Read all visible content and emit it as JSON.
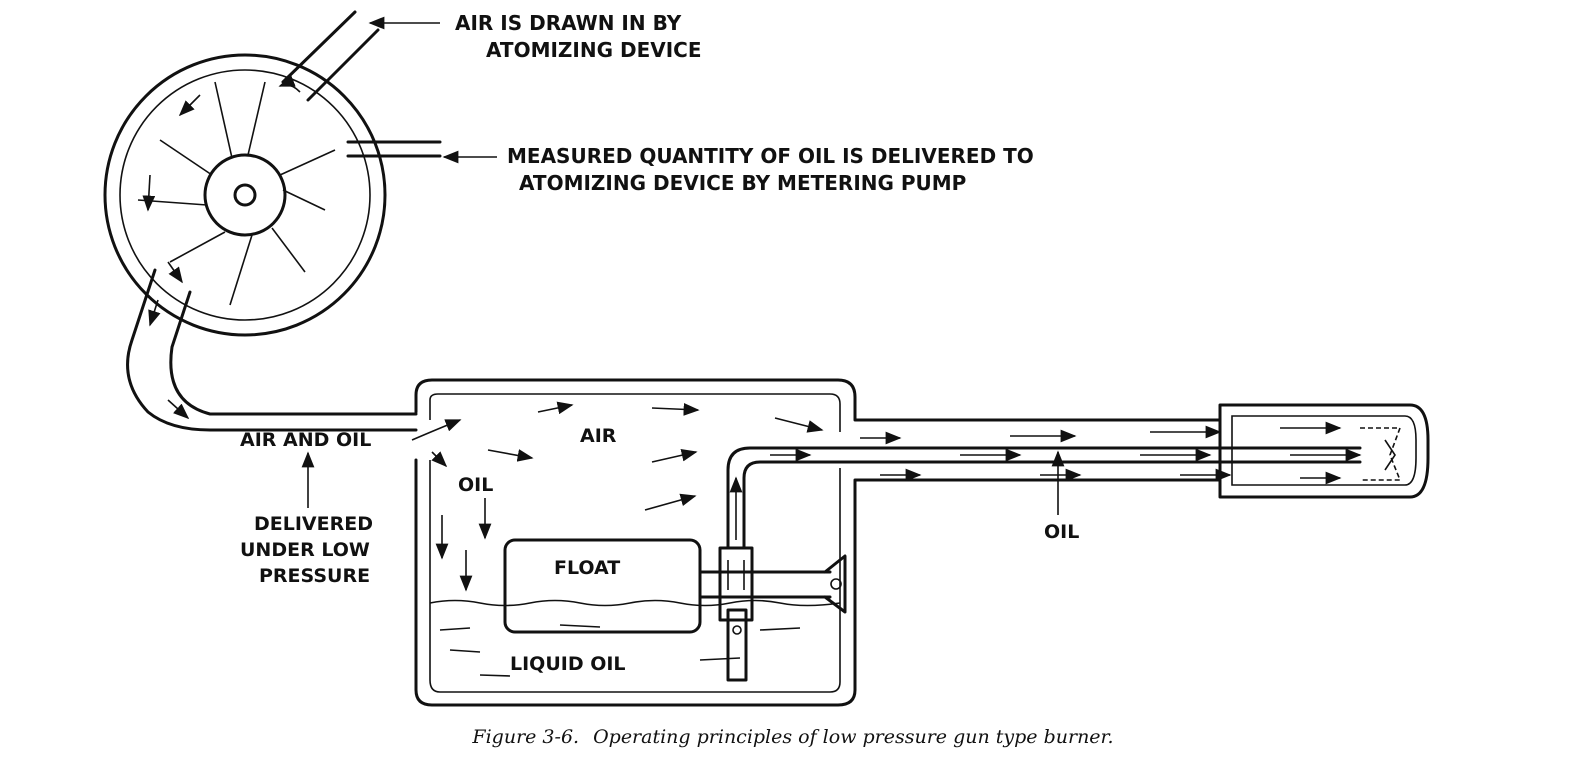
{
  "labels": {
    "air_drawn_in_line1": "AIR IS DRAWN IN BY",
    "air_drawn_in_line2": "ATOMIZING DEVICE",
    "measured_oil_line1": "MEASURED QUANTITY OF OIL IS DELIVERED TO",
    "measured_oil_line2": "ATOMIZING DEVICE BY METERING PUMP",
    "air_and_oil": "AIR AND OIL",
    "delivered_line1": "DELIVERED",
    "delivered_line2": "UNDER LOW",
    "delivered_line3": "PRESSURE",
    "air": "AIR",
    "oil_tank": "OIL",
    "float": "FLOAT",
    "liquid_oil": "LIQUID OIL",
    "oil_nozzle": "OIL"
  },
  "caption": {
    "figure": "Figure 3-6.",
    "text": "Operating principles of low pressure gun type burner."
  },
  "icons": [
    "fan-icon",
    "arrow-icon",
    "float-icon",
    "nozzle-icon"
  ]
}
